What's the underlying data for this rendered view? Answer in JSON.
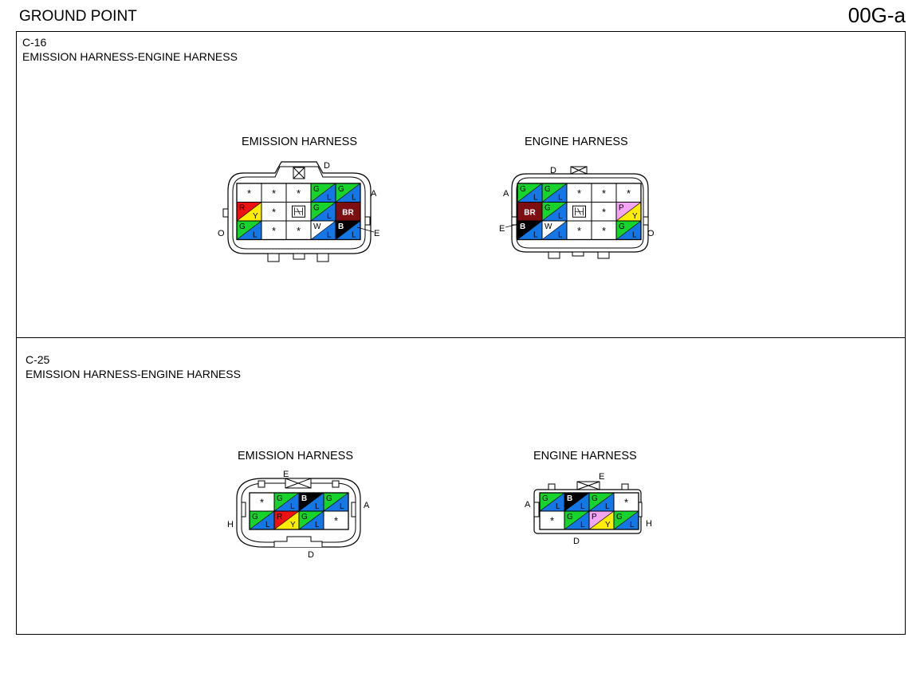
{
  "header": {
    "title": "GROUND POINT",
    "code": "00G-a"
  },
  "colors": {
    "G": "#16d42c",
    "L": "#1477e6",
    "R": "#ee1111",
    "Y": "#ffee00",
    "BR": "#7d0f12",
    "B": "#000000",
    "W": "#ffffff",
    "P": "#f4a6f4"
  },
  "sections": [
    {
      "id": "C-16",
      "title": "EMISSION HARNESS-ENGINE HARNESS",
      "connectors": [
        {
          "title": "EMISSION HARNESS",
          "labels": {
            "top": "D",
            "side_top": "A",
            "side_bottom": "E",
            "side_left": "O"
          },
          "rows": [
            [
              "*",
              "*",
              "*",
              "G/L",
              "G/L"
            ],
            [
              "R/Y",
              "*",
              "H",
              "G/L",
              "BR"
            ],
            [
              "G/L",
              "*",
              "*",
              "W/L",
              "B/L"
            ]
          ]
        },
        {
          "title": "ENGINE HARNESS",
          "labels": {
            "top": "D",
            "side_top": "A",
            "side_bottom": "E",
            "side_right": "O"
          },
          "rows": [
            [
              "G/L",
              "G/L",
              "*",
              "*",
              "*"
            ],
            [
              "BR",
              "G/L",
              "H",
              "*",
              "P/Y"
            ],
            [
              "B/L",
              "W/L",
              "*",
              "*",
              "G/L"
            ]
          ]
        }
      ]
    },
    {
      "id": "C-25",
      "title": "EMISSION HARNESS-ENGINE HARNESS",
      "connectors": [
        {
          "title": "EMISSION HARNESS",
          "labels": {
            "top": "E",
            "side_top": "A",
            "side_bottom": "H",
            "bottom": "D"
          },
          "rows": [
            [
              "*",
              "G/L",
              "B/L",
              "G/L"
            ],
            [
              "G/L",
              "R/Y",
              "G/L",
              "*"
            ]
          ]
        },
        {
          "title": "ENGINE HARNESS",
          "labels": {
            "top": "E",
            "side_top": "A",
            "side_bottom": "H",
            "bottom": "D"
          },
          "rows": [
            [
              "G/L",
              "B/L",
              "G/L",
              "*"
            ],
            [
              "*",
              "G/L",
              "P/Y",
              "G/L"
            ]
          ]
        }
      ]
    }
  ]
}
